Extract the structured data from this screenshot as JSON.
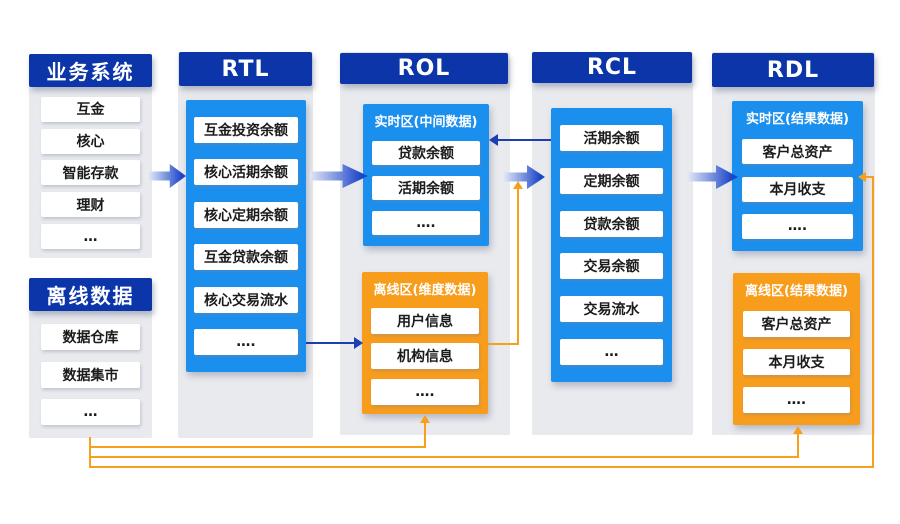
{
  "colors": {
    "header_blue": "#0b35a8",
    "zone_blue": "#1a8fee",
    "zone_orange": "#f89c1b",
    "panel_gray": "#e9eaee",
    "flow_arrow_blue": "#1d45c8",
    "link_navy": "#1c3eb0",
    "link_orange": "#f7a01e"
  },
  "columns": {
    "business": {
      "title": "业务系统",
      "items": [
        "互金",
        "核心",
        "智能存款",
        "理财",
        "…"
      ]
    },
    "offline": {
      "title": "离线数据",
      "items": [
        "数据仓库",
        "数据集市",
        "…"
      ]
    },
    "rtl": {
      "title": "RTL",
      "items": [
        "互金投资余额",
        "核心活期余额",
        "核心定期余额",
        "互金贷款余额",
        "核心交易流水",
        "…."
      ]
    },
    "rol": {
      "title": "ROL",
      "realtime": {
        "title": "实时区(中间数据)",
        "items": [
          "贷款余额",
          "活期余额",
          "…."
        ]
      },
      "offline": {
        "title": "离线区(维度数据)",
        "items": [
          "用户信息",
          "机构信息",
          "…."
        ]
      }
    },
    "rcl": {
      "title": "RCL",
      "items": [
        "活期余额",
        "定期余额",
        "贷款余额",
        "交易余额",
        "交易流水",
        "…"
      ]
    },
    "rdl": {
      "title": "RDL",
      "realtime": {
        "title": "实时区(结果数据)",
        "items": [
          "客户总资产",
          "本月收支",
          "…."
        ]
      },
      "offline": {
        "title": "离线区(结果数据)",
        "items": [
          "客户总资产",
          "本月收支",
          "…."
        ]
      }
    }
  }
}
